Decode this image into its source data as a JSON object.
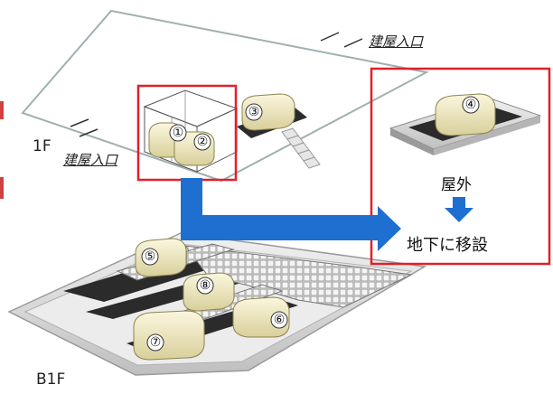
{
  "labels": {
    "entrance_top": "建屋入口",
    "entrance_left": "建屋入口",
    "floor_1f": "1F",
    "floor_b1f": "B1F",
    "outdoor": "屋外",
    "relocate": "地下に移設"
  },
  "units": [
    "①",
    "②",
    "③",
    "④",
    "⑤",
    "⑥",
    "⑦",
    "⑧"
  ],
  "colors": {
    "highlight_frame": "#e0202a",
    "arrow": "#1e6fd0",
    "floor_outline": "#9fb0b0",
    "equipment_fill": "#f4eec8",
    "base_dark": "#2b2b2b"
  }
}
